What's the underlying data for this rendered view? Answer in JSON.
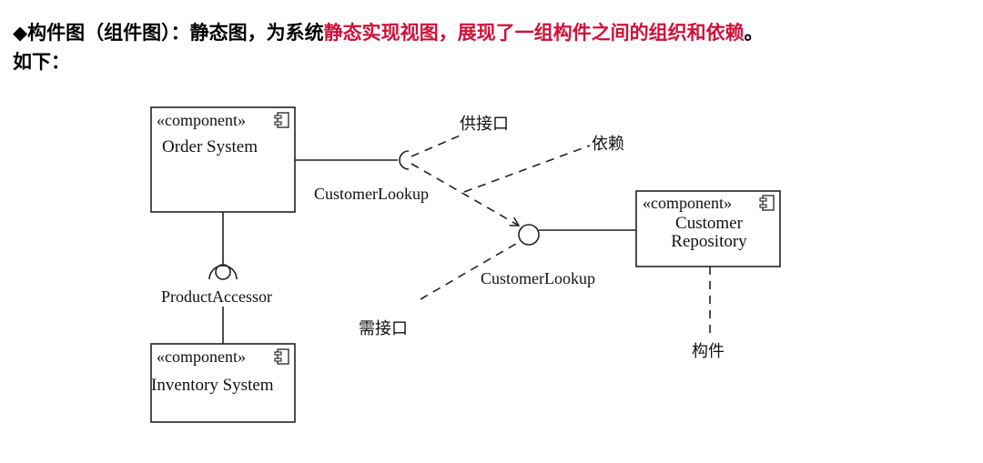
{
  "heading": {
    "bullet": "◆",
    "prefix": "构件图（组件图）：静态图，为系统",
    "highlight": "静态实现视图，展现了一组构件之间的组织和依赖",
    "suffix": "。",
    "line2": "如下："
  },
  "diagram": {
    "components": {
      "order_system": {
        "stereotype": "«component»",
        "name_lines": [
          "Order System"
        ]
      },
      "customer_repository": {
        "stereotype": "«component»",
        "name_lines": [
          "Customer",
          "Repository"
        ]
      },
      "inventory_system": {
        "stereotype": "«component»",
        "name_lines": [
          "Inventory System"
        ]
      }
    },
    "interfaces": {
      "customer_lookup_required": "CustomerLookup",
      "customer_lookup_provided": "CustomerLookup",
      "product_accessor": "ProductAccessor"
    },
    "annotations": {
      "provided_interface": "供接口",
      "dependency": "依赖",
      "required_interface": "需接口",
      "component": "构件"
    }
  }
}
